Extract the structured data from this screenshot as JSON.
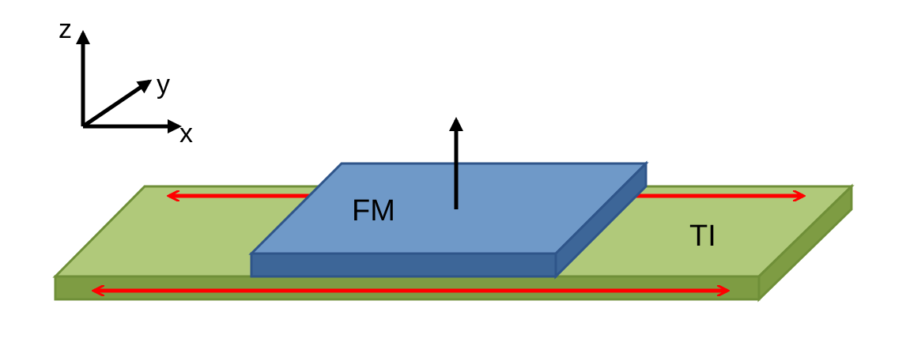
{
  "axes": {
    "z_label": "z",
    "y_label": "y",
    "x_label": "x"
  },
  "layers": {
    "ferromagnet": {
      "label": "FM",
      "fill_top": "#6f99c8",
      "fill_side": "#3d6698",
      "stroke": "#2f558a"
    },
    "topological_insulator": {
      "label": "TI",
      "fill_top": "#b0c97a",
      "fill_side": "#7e9c43",
      "stroke": "#6f8f38"
    }
  },
  "arrows": {
    "current_color": "#ff0000",
    "magnetization_color": "#000000"
  }
}
